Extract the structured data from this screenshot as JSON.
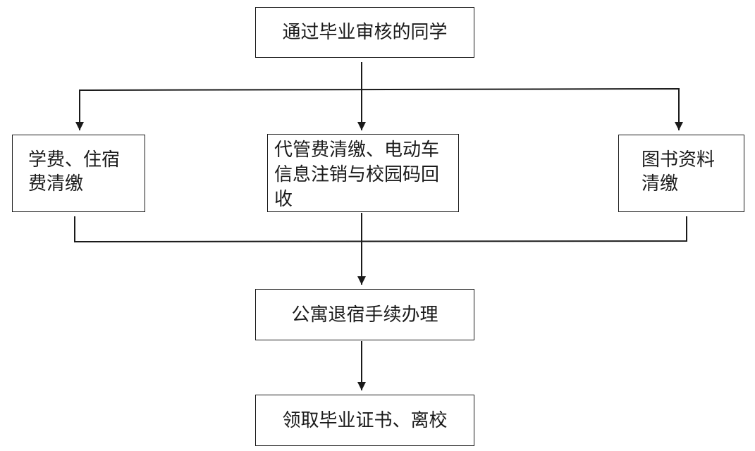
{
  "nodes": {
    "top": {
      "label": "通过毕业审核的同学"
    },
    "left": {
      "label": "学费、住宿\n费清缴"
    },
    "middle": {
      "label": "代管费清缴、电动车\n信息注销与校园码回\n收"
    },
    "right": {
      "label": "图书资料\n清缴"
    },
    "apartment": {
      "label": "公寓退宿手续办理"
    },
    "final": {
      "label": "领取毕业证书、离校"
    }
  },
  "colors": {
    "line": "#1a1a1a",
    "box_border": "#1a1a1a",
    "background": "#ffffff"
  }
}
